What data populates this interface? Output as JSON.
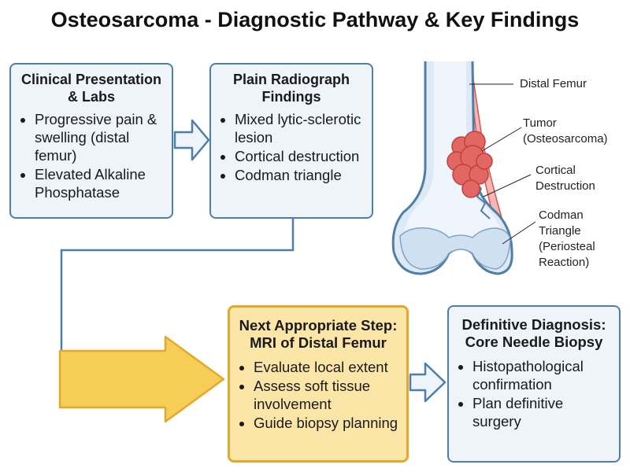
{
  "title": "Osteosarcoma - Diagnostic Pathway & Key Findings",
  "boxes": {
    "clinical": {
      "heading": "Clinical Presentation & Labs",
      "items": [
        "Progressive pain & swelling (distal femur)",
        "Elevated Alkaline Phosphatase"
      ]
    },
    "radiograph": {
      "heading": "Plain Radiograph Findings",
      "items": [
        "Mixed lytic-sclerotic lesion",
        "Cortical destruction",
        "Codman triangle"
      ]
    },
    "mri": {
      "heading": "Next Appropriate Step: MRI of Distal Femur",
      "items": [
        "Evaluate local extent",
        "Assess soft tissue involvement",
        "Guide biopsy planning"
      ]
    },
    "biopsy": {
      "heading": "Definitive Diagnosis: Core Needle Biopsy",
      "items": [
        "Histopathological confirmation",
        "Plan definitive surgery"
      ]
    }
  },
  "illustration": {
    "labels": {
      "distal_femur": "Distal Femur",
      "tumor": "Tumor (Osteosarcoma)",
      "cortical": "Cortical Destruction",
      "codman": "Codman Triangle (Periosteal Reaction)"
    }
  },
  "colors": {
    "blue_border": "#4f7ea8",
    "blue_fill": "#eef4fa",
    "yellow_border": "#e3a92e",
    "yellow_fill": "#fbe6a7",
    "tumor": "#d9534f"
  }
}
